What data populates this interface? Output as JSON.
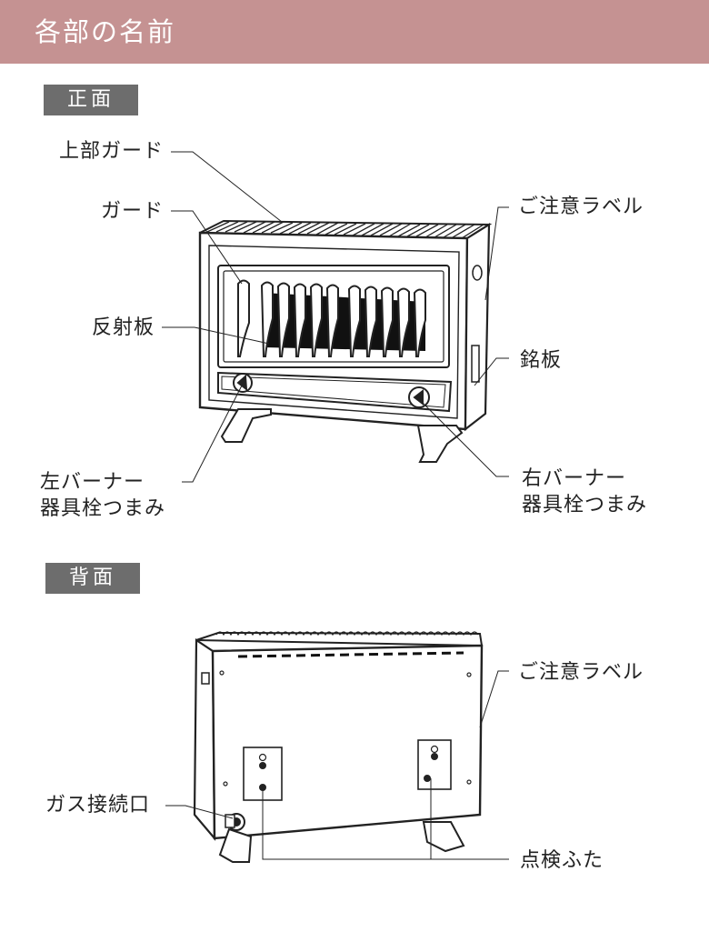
{
  "header": {
    "title": "各部の名前"
  },
  "front": {
    "label": "正面",
    "callouts": {
      "top_guard": "上部ガード",
      "guard": "ガード",
      "reflector": "反射板",
      "left_knob_line1": "左バーナー",
      "left_knob_line2": "器具栓つまみ",
      "caution_label": "ご注意ラベル",
      "nameplate": "銘板",
      "right_knob_line1": "右バーナー",
      "right_knob_line2": "器具栓つまみ"
    }
  },
  "back": {
    "label": "背面",
    "callouts": {
      "caution_label": "ご注意ラベル",
      "gas_inlet": "ガス接続口",
      "inspection_cover": "点検ふた"
    }
  },
  "colors": {
    "header_bg": "#c59292",
    "label_bg": "#6d6d6d",
    "line": "#222222"
  }
}
